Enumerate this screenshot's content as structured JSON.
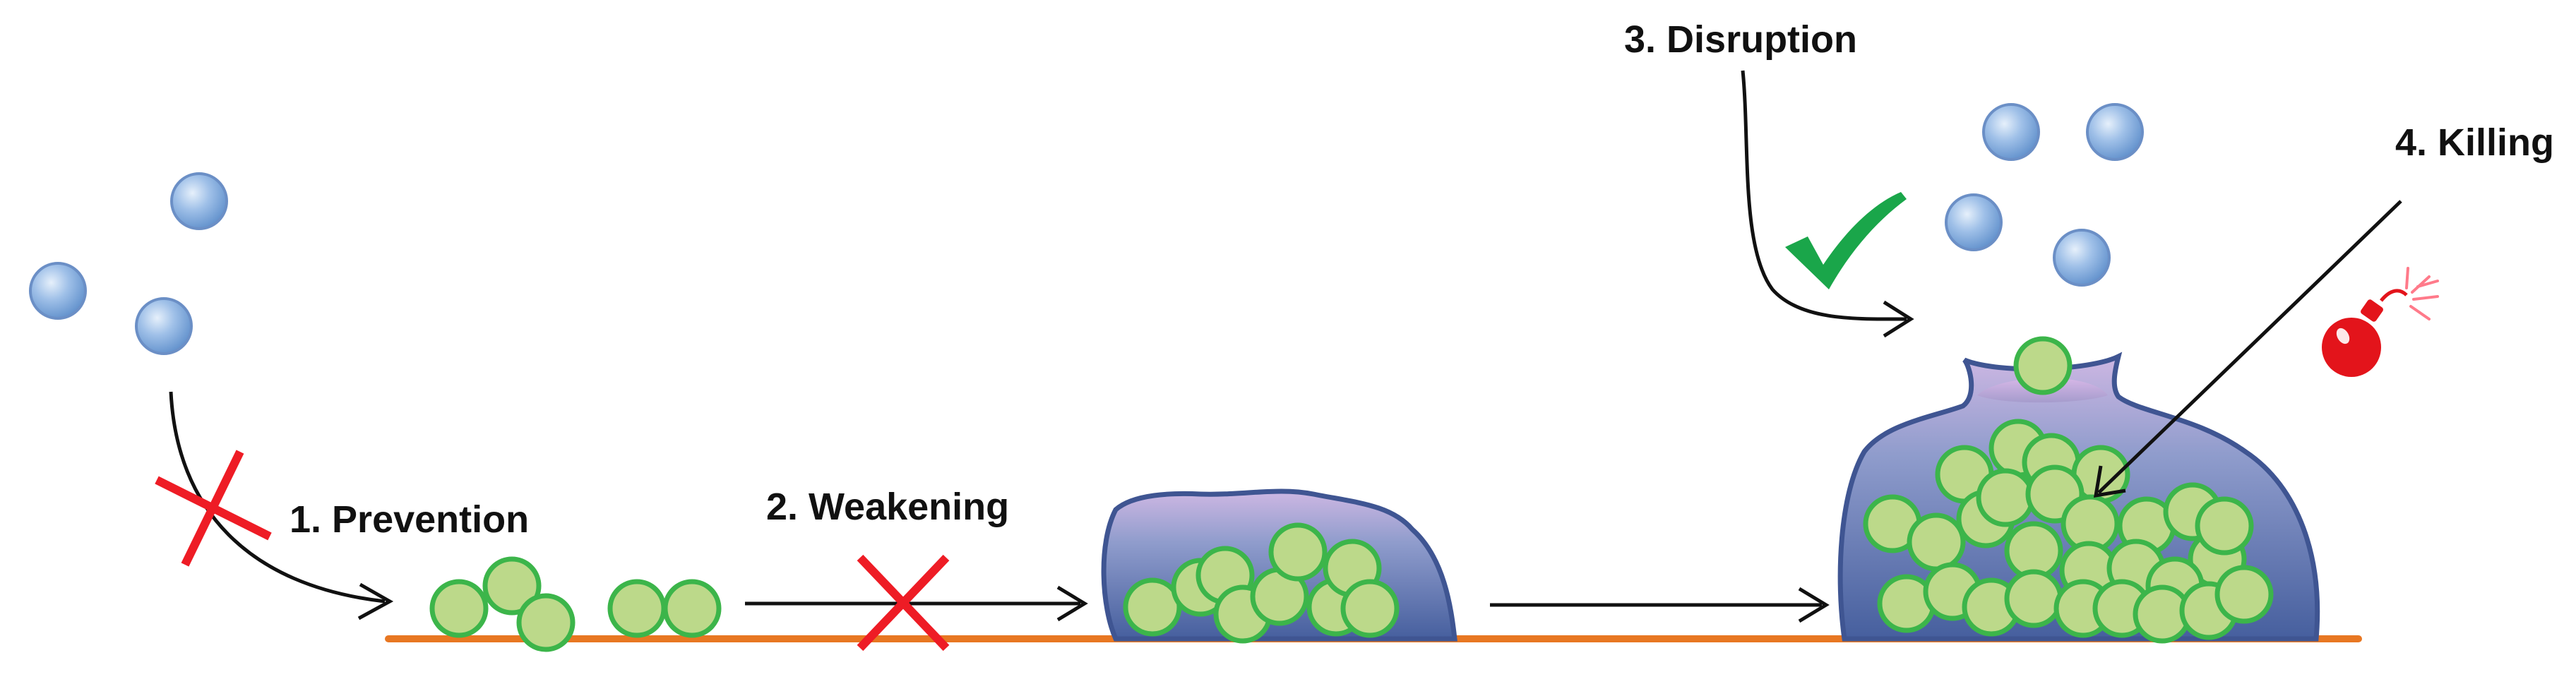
{
  "labels": {
    "prevention": "1. Prevention",
    "weakening": "2. Weakening",
    "disruption": "3. Disruption",
    "killing": "4. Killing"
  },
  "icons": {
    "prevention_marker": "red-x-icon",
    "weakening_marker": "red-x-icon",
    "disruption_marker": "green-check-icon",
    "killing_marker": "bomb-icon"
  },
  "colors": {
    "planktonic_cell": "#6f9fd8",
    "attached_cell_fill": "#bcd98a",
    "attached_cell_stroke": "#3cb54a",
    "biofilm_matrix_top": "#c9b3df",
    "biofilm_matrix_bottom": "#4f6aa6",
    "biofilm_outline": "#3f5592",
    "surface": "#e87722",
    "cross": "#ee1c25",
    "check": "#1aa64a",
    "bomb": "#e3141b"
  }
}
